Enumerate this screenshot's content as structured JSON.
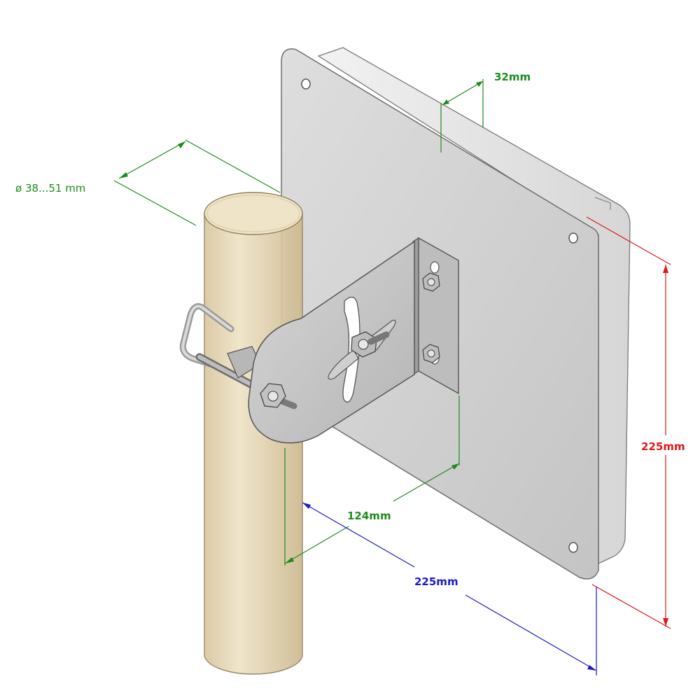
{
  "diagram": {
    "labels": {
      "pipe_diameter": "ø 38...51 mm",
      "depth": "32mm",
      "bracket_offset": "124mm",
      "height": "225mm",
      "width": "225mm"
    },
    "colors": {
      "green": "#1e8c1e",
      "red": "#e01818",
      "blue": "#1a1ac8",
      "pipe": "#e6d6b4",
      "panel": "#cfcfcf",
      "bracket": "#c8c8c8"
    }
  }
}
